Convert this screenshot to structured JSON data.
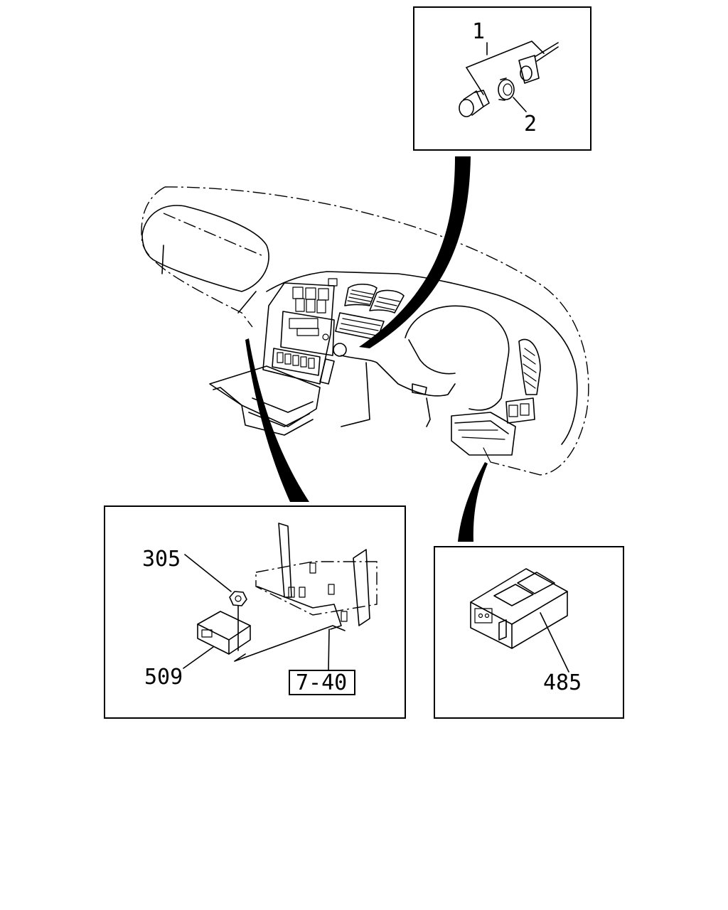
{
  "callouts": {
    "part_1": "1",
    "part_2": "2",
    "part_305": "305",
    "part_509": "509",
    "ref_7_40": "7-40",
    "part_485": "485"
  }
}
